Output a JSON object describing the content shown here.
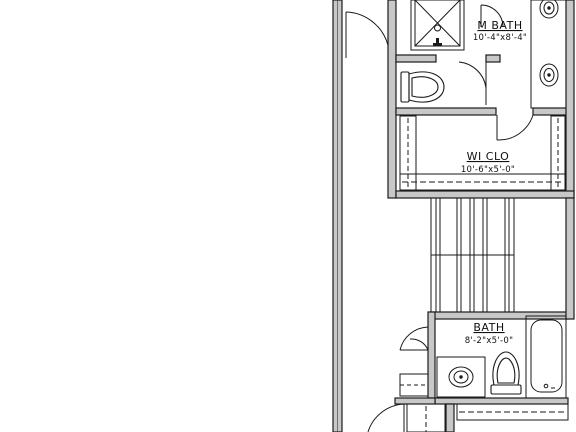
{
  "rooms": {
    "master_bath": {
      "name": "M BATH",
      "dims": "10'-4\"x8'-4\""
    },
    "walk_in_closet": {
      "name": "WI CLO",
      "dims": "10'-6\"x5'-0\""
    },
    "bath": {
      "name": "BATH",
      "dims": "8'-2\"x5'-0\""
    }
  },
  "colors": {
    "wall_fill": "#c8c8c8",
    "line": "#1a1a1a",
    "background": "#ffffff"
  }
}
